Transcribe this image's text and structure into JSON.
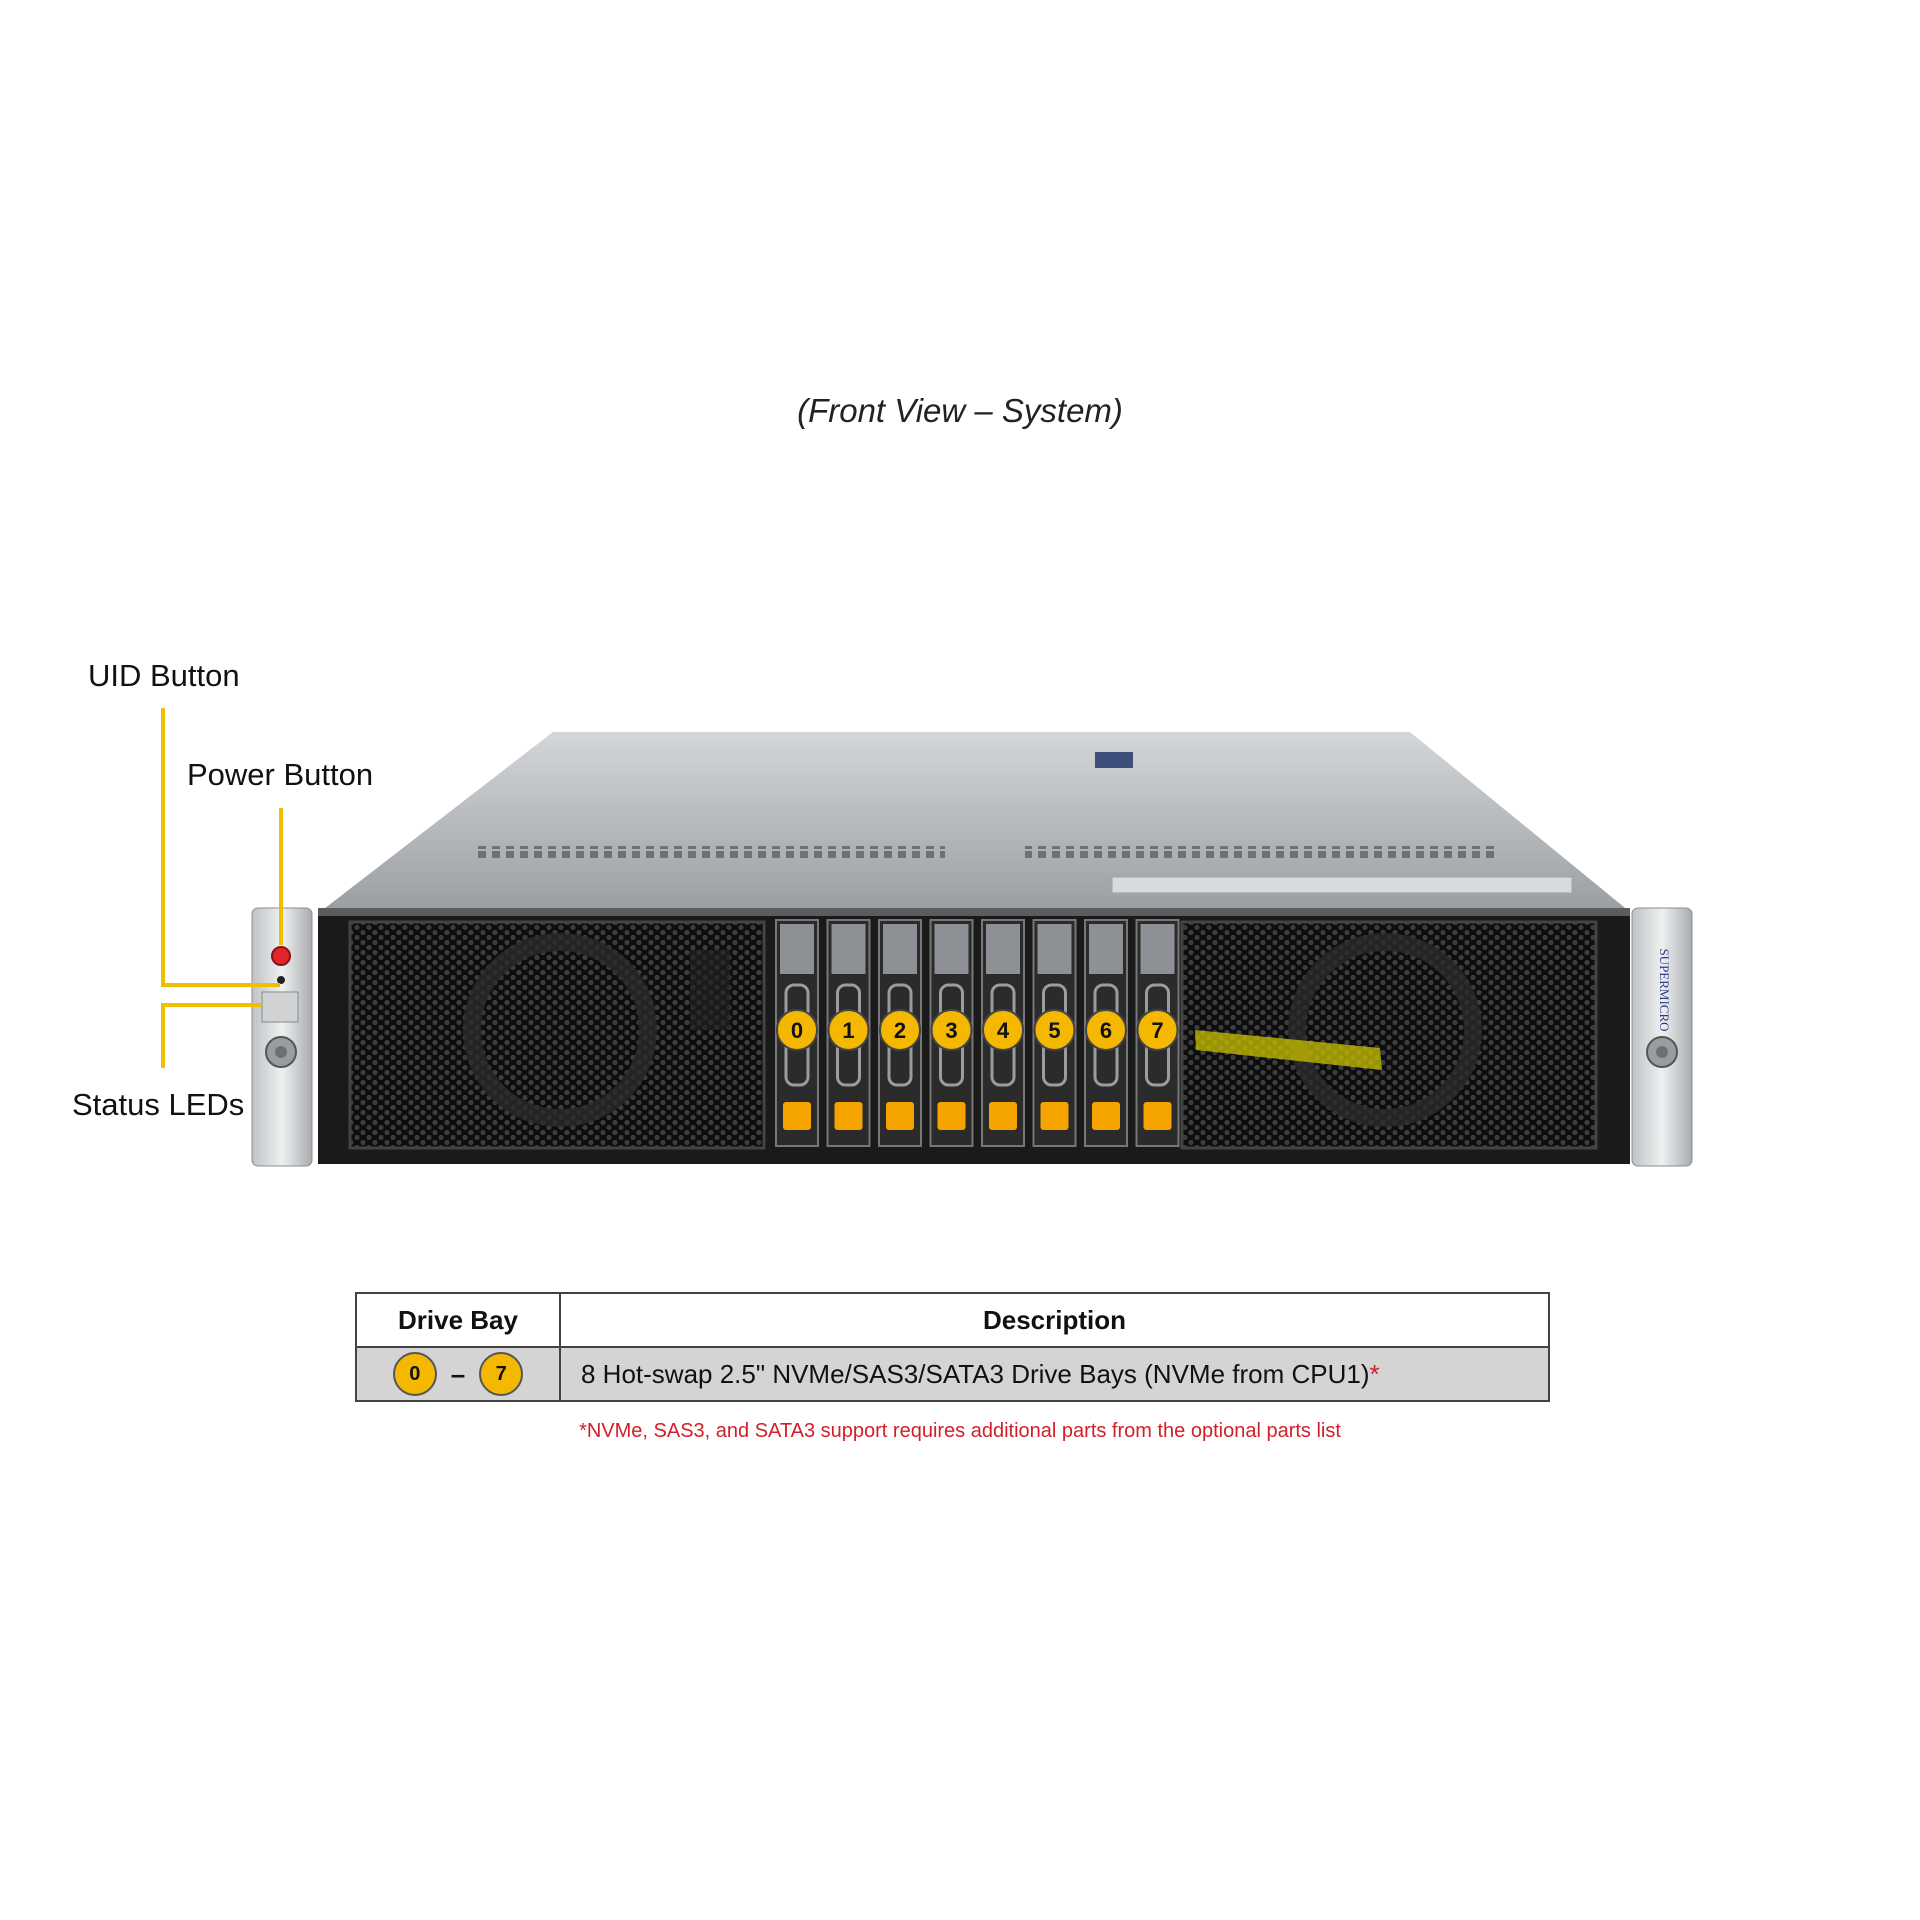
{
  "title": "(Front View – System)",
  "callouts": {
    "uid_button": "UID Button",
    "power_button": "Power Button",
    "status_leds": "Status LEDs"
  },
  "drive_bays": {
    "labels": [
      "0",
      "1",
      "2",
      "3",
      "4",
      "5",
      "6",
      "7"
    ],
    "badge_color": "#f5b800",
    "latch_color": "#f6a400"
  },
  "logo_text": "SUPERMICRO",
  "table": {
    "headers": {
      "drive_bay": "Drive Bay",
      "description": "Description"
    },
    "row": {
      "bay_start": "0",
      "dash": "–",
      "bay_end": "7",
      "description": "8 Hot-swap 2.5\" NVMe/SAS3/SATA3 Drive Bays (NVMe from CPU1)",
      "asterisk": "*"
    }
  },
  "footnote": "*NVMe, SAS3, and SATA3 support requires additional parts from the optional parts list",
  "colors": {
    "callout_line": "#f0be00",
    "footnote": "#d0202a",
    "table_row_bg": "#d4d4d4"
  }
}
